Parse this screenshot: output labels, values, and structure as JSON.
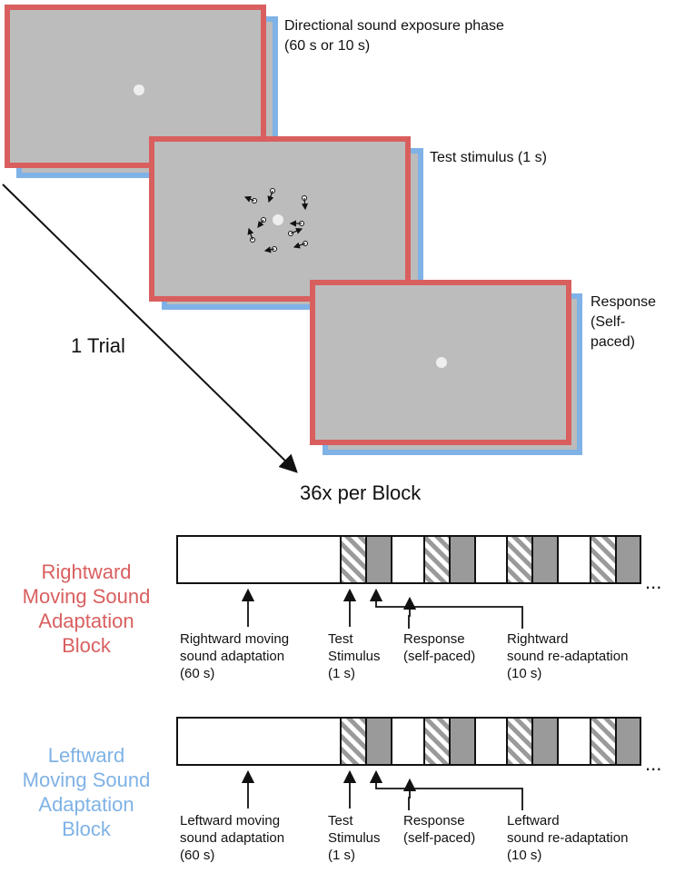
{
  "phases": {
    "exposure": {
      "line1": "Directional sound exposure phase",
      "line2": "(60 s or 10 s)"
    },
    "test": {
      "label": "Test stimulus (1 s)"
    },
    "response": {
      "line1": "Response",
      "line2": "(Self-",
      "line3": "paced)"
    }
  },
  "trial_label": "1 Trial",
  "repeat_label": "36x per Block",
  "blocks": [
    {
      "title": [
        "Rightward",
        "Moving Sound",
        "Adaptation",
        "Block"
      ],
      "color": "#d95f5f",
      "adaptation": [
        "Rightward moving",
        "sound adaptation",
        "(60 s)"
      ],
      "test": [
        "Test",
        "Stimulus",
        "(1 s)"
      ],
      "response": [
        "Response",
        "(self-paced)"
      ],
      "readapt": [
        "Rightward",
        "sound re-adaptation",
        "(10 s)"
      ]
    },
    {
      "title": [
        "Leftward",
        "Moving Sound",
        "Adaptation",
        "Block"
      ],
      "color": "#7fb2e6",
      "adaptation": [
        "Leftward moving",
        "sound adaptation",
        "(60 s)"
      ],
      "test": [
        "Test",
        "Stimulus",
        "(1 s)"
      ],
      "response": [
        "Response",
        "(self-paced)"
      ],
      "readapt": [
        "Leftward",
        "sound re-adaptation",
        "(10 s)"
      ]
    }
  ],
  "ellipsis": "...",
  "colors": {
    "frame_red": "#d95f5f",
    "frame_blue": "#7fb2e6",
    "screen_gray": "#bcbcbc",
    "segment_gray": "#9a9a9a"
  }
}
